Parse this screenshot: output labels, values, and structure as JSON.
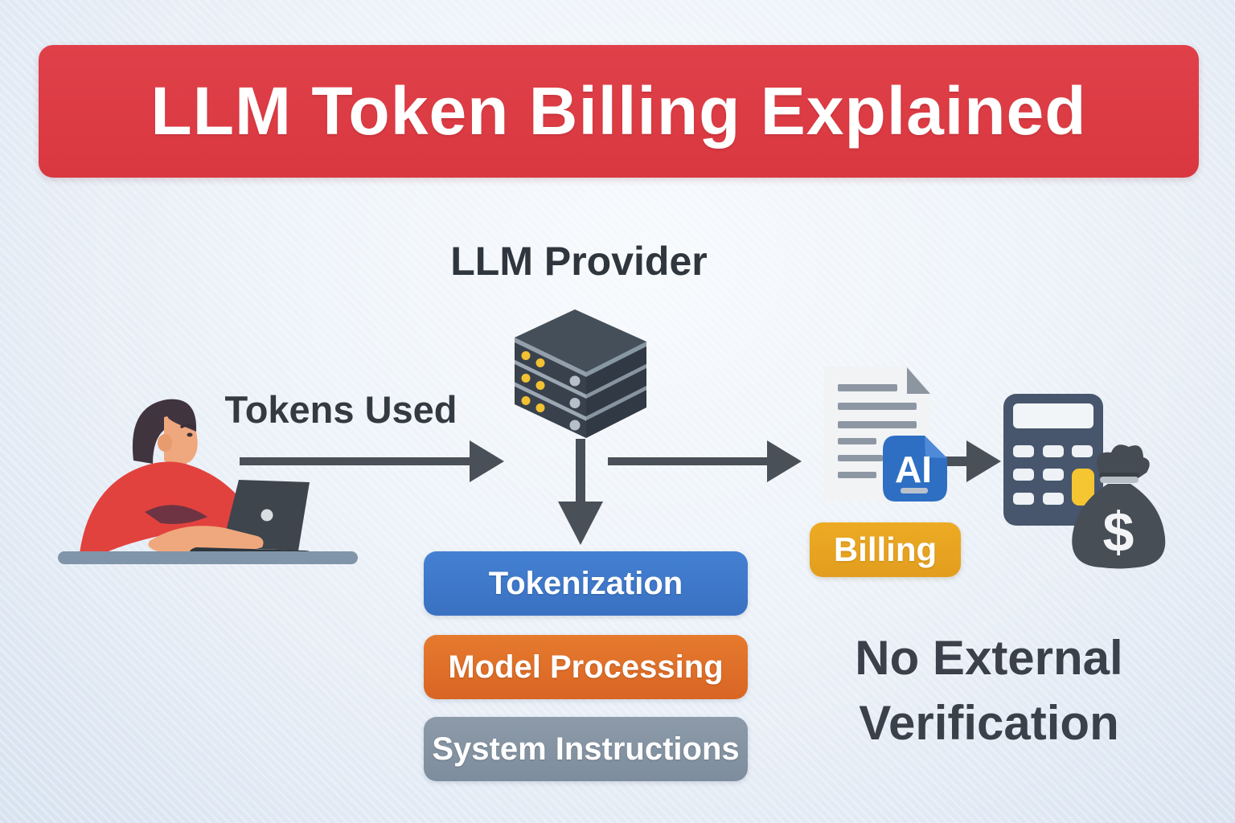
{
  "header": {
    "title": "LLM Token Billing Explained",
    "background_color": "#dc3a42"
  },
  "diagram": {
    "tokens_used_label": "Tokens Used",
    "provider_label": "LLM Provider",
    "note_line1": "No External",
    "note_line2": "Verification"
  },
  "steps": [
    {
      "label": "Tokenization",
      "color": "#3c76c8"
    },
    {
      "label": "Model Processing",
      "color": "#df6e28"
    },
    {
      "label": "System Instructions",
      "color": "#8493a3"
    }
  ],
  "billing": {
    "label": "Billing",
    "ai_badge_label": "AI",
    "chip_color": "#e7a322",
    "ai_badge_color": "#2e6fc4"
  },
  "money_bag": {
    "symbol": "$"
  },
  "icons": {
    "person": "person-at-laptop-illustration",
    "server": "server-stack-icon",
    "document": "billing-document-icon",
    "ai_badge": "ai-badge-icon",
    "calculator": "calculator-icon",
    "money_bag": "money-bag-icon",
    "arrows": "flow-arrow-icon"
  },
  "colors": {
    "banner_red": "#dc3a42",
    "text_dark": "#343b42",
    "arrow_dark": "#4a5058",
    "server_slate": "#39424c",
    "calculator_slate": "#47566c",
    "accent_yellow": "#f5c532",
    "shirt_red": "#e2423e",
    "desk_gray": "#8095a9"
  }
}
